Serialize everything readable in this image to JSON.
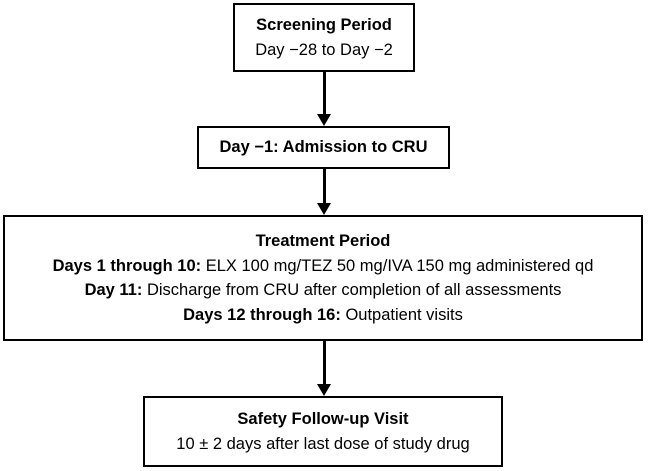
{
  "flowchart": {
    "screening": {
      "title": "Screening Period",
      "subtitle": "Day −28 to Day −2"
    },
    "admission": {
      "title": "Day −1: Admission to CRU"
    },
    "treatment": {
      "title": "Treatment Period",
      "lines": [
        {
          "label": "Days 1 through 10:",
          "text": "ELX 100 mg/TEZ 50 mg/IVA 150 mg administered qd"
        },
        {
          "label": "Day 11:",
          "text": "Discharge from CRU after completion of all assessments"
        },
        {
          "label": "Days 12 through 16:",
          "text": "Outpatient visits"
        }
      ]
    },
    "safety": {
      "title": "Safety Follow-up Visit",
      "subtitle": "10 ± 2 days after last dose of study drug"
    },
    "colors": {
      "border": "#000000",
      "text": "#000000",
      "background": "#ffffff",
      "arrow": "#000000"
    }
  }
}
